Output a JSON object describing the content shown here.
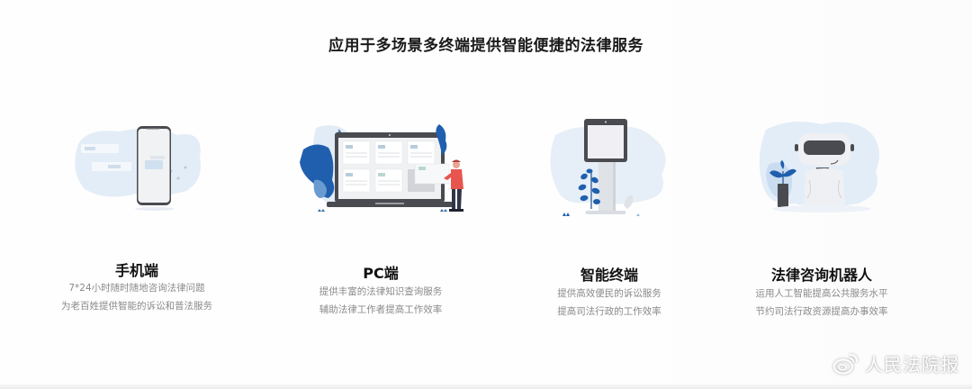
{
  "headline": "应用于多场景多终端提供智能便捷的法律服务",
  "colors": {
    "accent_blue": "#1f5fae",
    "light_blue": "#dce8f4",
    "device_gray": "#4a4b50",
    "screen_light": "#eef0f3",
    "person_red": "#e8554e",
    "title_text": "#111111",
    "desc_text": "#8a8a8a"
  },
  "features": [
    {
      "icon": "mobile-phone-illustration",
      "title": "手机端",
      "lines": [
        "7*24小时随时随地咨询法律问题",
        "为老百姓提供智能的诉讼和普法服务"
      ]
    },
    {
      "icon": "laptop-illustration",
      "title": "PC端",
      "lines": [
        "提供丰富的法律知识查询服务",
        "辅助法律工作者提高工作效率"
      ]
    },
    {
      "icon": "kiosk-terminal-illustration",
      "title": "智能终端",
      "lines": [
        "提供高效便民的诉讼服务",
        "提高司法行政的工作效率"
      ]
    },
    {
      "icon": "robot-illustration",
      "title": "法律咨询机器人",
      "lines": [
        "运用人工智能提高公共服务水平",
        "节约司法行政资源提高办事效率"
      ]
    }
  ],
  "watermark": {
    "icon": "weibo-icon",
    "text": "人民法院报"
  }
}
